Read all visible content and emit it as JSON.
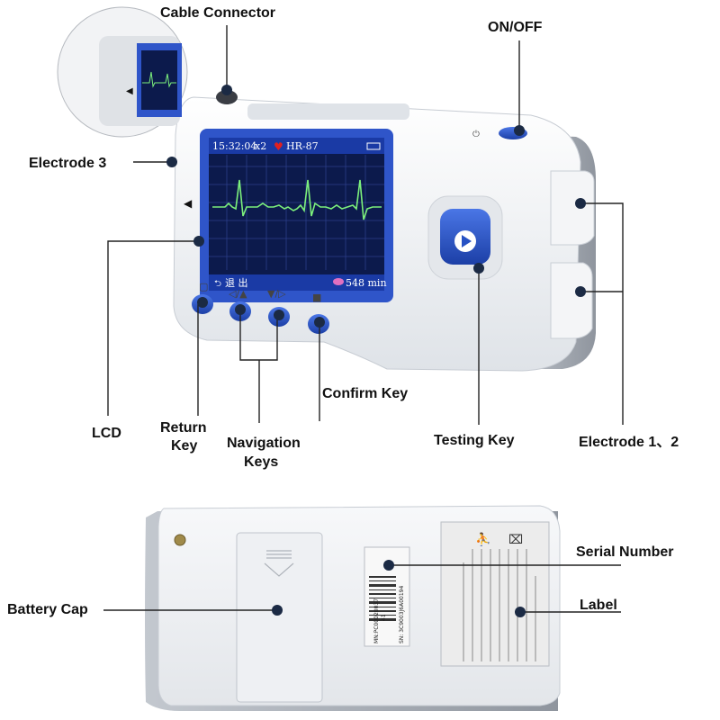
{
  "callouts": {
    "cable_connector": "Cable Connector",
    "on_off": "ON/OFF",
    "electrode_3": "Electrode 3",
    "lcd": "LCD",
    "return_key_line1": "Return",
    "return_key_line2": "Key",
    "navigation_keys_line1": "Navigation",
    "navigation_keys_line2": "Keys",
    "confirm_key": "Confirm Key",
    "testing_key": "Testing Key",
    "electrode_1_2": "Electrode 1、2",
    "serial_number": "Serial Number",
    "label": "Label",
    "battery_cap": "Battery Cap"
  },
  "screen": {
    "time": "15:32:04",
    "gain": "x2",
    "heart_rate": "HR-87",
    "footer_left": "退 出",
    "recording_time": "548 min"
  },
  "key_symbols": {
    "return": "▢",
    "nav_left": "◁/▲",
    "nav_right": "▼/▷",
    "confirm": "■"
  },
  "serial_sticker": {
    "model": "MN:PC00020037",
    "code": "41",
    "sn": "SN: 3C9003J6A00194"
  },
  "colors": {
    "device_body": "#eef0f3",
    "side_grip": "#a9afb8",
    "screen_bezel": "#2f55c9",
    "screen_bg": "#0c1a4c",
    "ecg_trace": "#7cf07c",
    "key_blue": "#2752c4",
    "heart_red": "#e02020"
  }
}
